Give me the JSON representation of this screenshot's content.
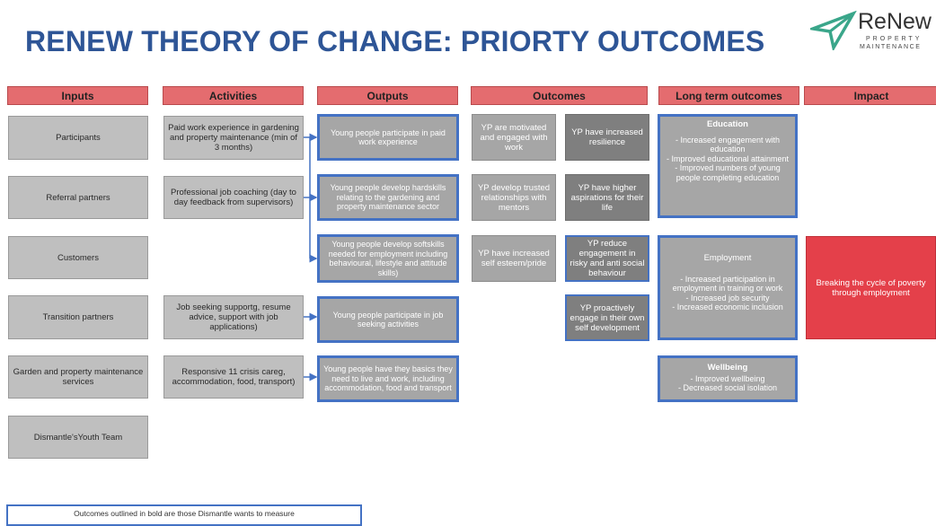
{
  "title": "RENEW THEORY OF CHANGE: PRIORTY OUTCOMES",
  "logo": {
    "name": "ReNew",
    "sub1": "PROPERTY",
    "sub2": "MAINTENANCE",
    "color": "#3aa68a",
    "icon": "paper-plane-icon"
  },
  "colors": {
    "title": "#2e5596",
    "header": "#e46c6f",
    "highlight_border": "#4472c4",
    "impact": "#e4404a"
  },
  "headers": [
    "Inputs",
    "Activities",
    "Outputs",
    "Outcomes",
    "Long term outcomes",
    "Impact"
  ],
  "inputs": [
    "Participants",
    "Referral partners",
    "Customers",
    "Transition partners",
    "Garden and property maintenance services",
    "Dismantle'sYouth Team"
  ],
  "activities": [
    "Paid work experience in gardening and property maintenance (min of 3 months)",
    "Professional job coaching (day to day feedback from supervisors)",
    "Job seeking supportg, resume advice, support with job applications)",
    "Responsive 11 crisis careg, accommodation, food, transport)"
  ],
  "outputs": [
    "Young people participate in paid work experience",
    "Young people develop hardskills relating to the gardening and property maintenance sector",
    "Young people develop softskills needed for employment including behavioural, lifestyle and attitude skills)",
    "Young people participate in job seeking activities",
    "Young people have they basics they need to live and work, including accommodation, food and transport"
  ],
  "outcomes_left": [
    "YP are motivated and engaged with work",
    "YP develop trusted relationships with mentors",
    "YP have increased self esteem/pride"
  ],
  "outcomes_right": [
    "YP have increased resilience",
    "YP have higher aspirations for their life",
    "YP reduce engagement in risky and anti social behaviour",
    "YP proactively engage in their own self development"
  ],
  "long_term": [
    {
      "title": "Education",
      "items": [
        "-  Increased engagement with education",
        "-  Improved educational attainment",
        "-  Improved numbers of young people completing education"
      ]
    },
    {
      "title": "Employment",
      "items": [
        "-  Increased participation in employment in training or work",
        "-  Increased job security",
        "-  Increased economic inclusion"
      ]
    },
    {
      "title": "Wellbeing",
      "items": [
        "-  Improved wellbeing",
        "-  Decreased social isolation"
      ]
    }
  ],
  "impact": "Breaking the cycle of poverty through employment",
  "legend": "Outcomes outlined in bold are those Dismantle wants to measure"
}
